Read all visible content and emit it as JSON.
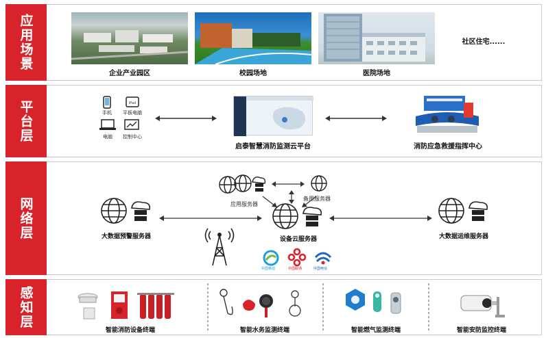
{
  "layers": {
    "application": {
      "label": "应用场景",
      "items": [
        "企业产业园区",
        "校园场地",
        "医院场地"
      ],
      "more": "社区住宅......"
    },
    "platform": {
      "label": "平台层",
      "devices": {
        "phone": "手机",
        "tablet": "平板电脑",
        "pc": "电脑",
        "control": "控制中心"
      },
      "cloud_platform": "启泰智慧消防监测云平台",
      "command_center": "消防应急救援指挥中心"
    },
    "network": {
      "label": "网络层",
      "app_server": "应用服务器",
      "backup_server": "备用服务器",
      "bigdata_alert_server": "大数据预警服务器",
      "device_cloud_server": "设备云服务器",
      "bigdata_ops_server": "大数据运维服务器",
      "carriers": [
        "中国移动",
        "中国联通",
        "中国电信"
      ]
    },
    "perception": {
      "label": "感知层",
      "terminals": [
        "智能消防设备终端",
        "智能水务监测终端",
        "智能燃气监测终端",
        "智能安防监控终端"
      ]
    }
  },
  "colors": {
    "accent": "#d8232a"
  }
}
